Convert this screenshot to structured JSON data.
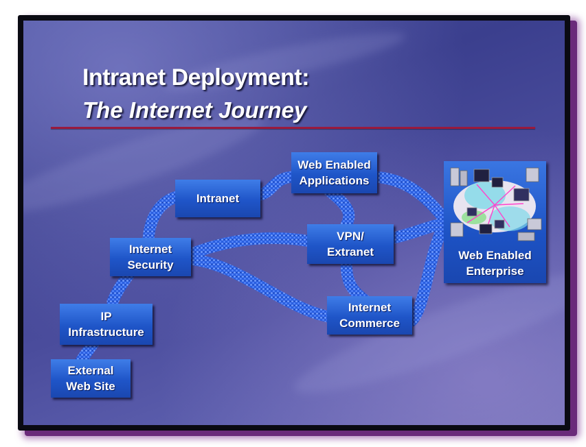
{
  "slide": {
    "title": "Intranet Deployment:",
    "subtitle": "The Internet Journey"
  },
  "diagram": {
    "nodes": {
      "external_web_site": "External\nWeb Site",
      "ip_infrastructure": "IP\nInfrastructure",
      "internet_security": "Internet\nSecurity",
      "intranet": "Intranet",
      "web_enabled_applications": "Web Enabled\nApplications",
      "vpn_extranet": "VPN/\nExtranet",
      "internet_commerce": "Internet\nCommerce",
      "web_enabled_enterprise": "Web Enabled\nEnterprise"
    },
    "path_style": "blue-braided-rope",
    "enterprise_graphic": "network-clipart"
  },
  "colors": {
    "background": "#3f4592",
    "box": "#2a62d6",
    "rule": "#9a1a3e",
    "path": "#2b63e8",
    "frame": "#0a0a12"
  }
}
